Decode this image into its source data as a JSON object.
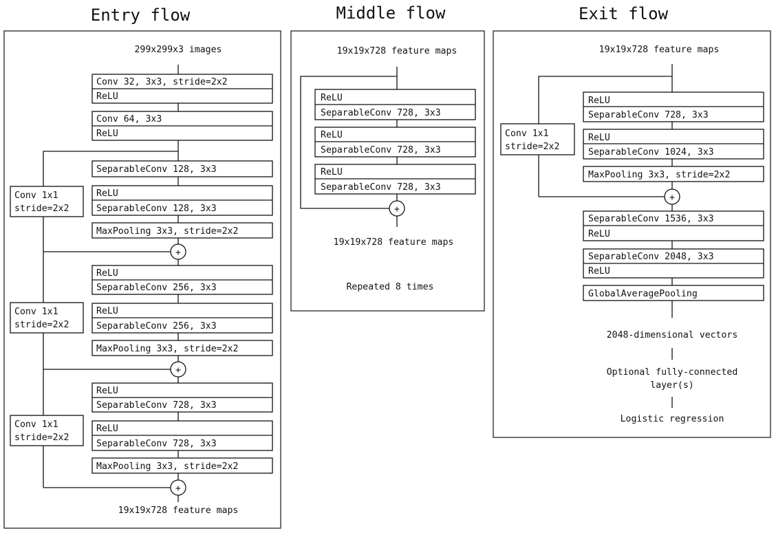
{
  "entry": {
    "title": "Entry flow",
    "input_label": "299x299x3 images",
    "blocks": [
      [
        "Conv 32, 3x3, stride=2x2",
        "ReLU"
      ],
      [
        "Conv 64, 3x3",
        "ReLU"
      ],
      [
        "SeparableConv 128, 3x3"
      ],
      [
        "ReLU",
        "SeparableConv 128, 3x3"
      ],
      [
        "MaxPooling 3x3, stride=2x2"
      ],
      [
        "ReLU",
        "SeparableConv 256, 3x3"
      ],
      [
        "ReLU",
        "SeparableConv 256, 3x3"
      ],
      [
        "MaxPooling 3x3, stride=2x2"
      ],
      [
        "ReLU",
        "SeparableConv 728, 3x3"
      ],
      [
        "ReLU",
        "SeparableConv 728, 3x3"
      ],
      [
        "MaxPooling 3x3, stride=2x2"
      ]
    ],
    "shortcuts": [
      [
        "Conv 1x1",
        "stride=2x2"
      ],
      [
        "Conv 1x1",
        "stride=2x2"
      ],
      [
        "Conv 1x1",
        "stride=2x2"
      ]
    ],
    "add_symbol": "+",
    "output_label": "19x19x728 feature maps"
  },
  "middle": {
    "title": "Middle flow",
    "input_label": "19x19x728 feature maps",
    "blocks": [
      [
        "ReLU",
        "SeparableConv 728, 3x3"
      ],
      [
        "ReLU",
        "SeparableConv 728, 3x3"
      ],
      [
        "ReLU",
        "SeparableConv 728, 3x3"
      ]
    ],
    "add_symbol": "+",
    "output_label": "19x19x728 feature maps",
    "repeat_note": "Repeated 8 times"
  },
  "exit": {
    "title": "Exit flow",
    "input_label": "19x19x728 feature maps",
    "blocks": [
      [
        "ReLU",
        "SeparableConv 728, 3x3"
      ],
      [
        "ReLU",
        "SeparableConv 1024, 3x3"
      ],
      [
        "MaxPooling 3x3, stride=2x2"
      ],
      [
        "SeparableConv 1536, 3x3",
        "ReLU"
      ],
      [
        "SeparableConv 2048, 3x3",
        "ReLU"
      ],
      [
        "GlobalAveragePooling"
      ]
    ],
    "shortcut": [
      "Conv 1x1",
      "stride=2x2"
    ],
    "add_symbol": "+",
    "vectors_label": "2048-dimensional vectors",
    "fc_label": [
      "Optional fully-connected",
      "layer(s)"
    ],
    "final_label": "Logistic regression"
  }
}
